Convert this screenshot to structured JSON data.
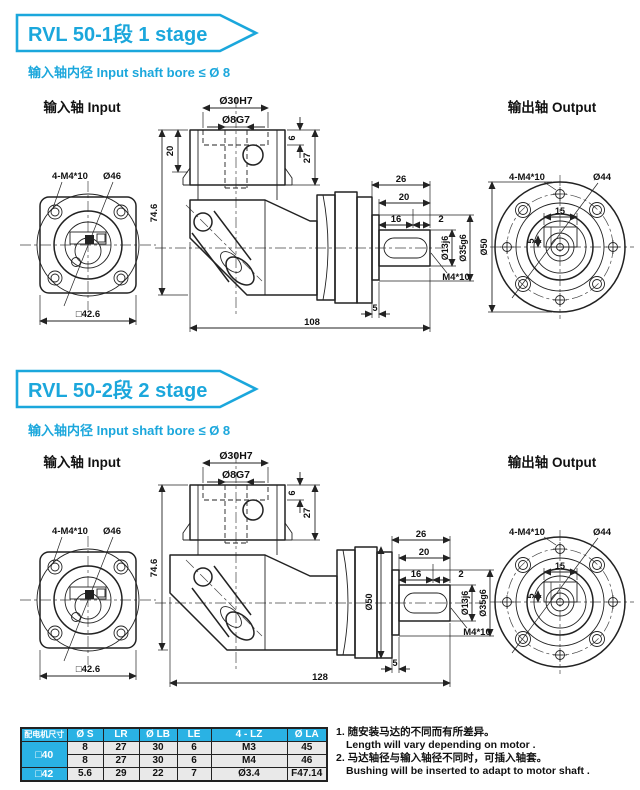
{
  "accent": "#1BA7DC",
  "table_header_bg": "#2AB2E4",
  "sections": [
    {
      "title": "RVL 50-1段  1 stage",
      "subtitle": "输入轴内径 Input shaft bore ≤ Ø 8",
      "input": {
        "label": "输入轴 Input",
        "bolts": "4-M4*10",
        "bc": "Ø46",
        "sq": "□42.6"
      },
      "center": {
        "t30": "Ø30H7",
        "t8": "Ø8G7",
        "d20l": "20",
        "d6": "6",
        "d27": "27",
        "h": "74.6",
        "len": "108",
        "d26": "26",
        "d20": "20",
        "d16": "16",
        "d2": "2",
        "d13": "Ø13j6",
        "d35": "Ø35g6",
        "m4": "M4*10",
        "d5": "5"
      },
      "output": {
        "label": "输出轴 Output",
        "bolts": "4-M4*10",
        "bc": "Ø44",
        "k15": "15",
        "k5": "5",
        "d50": "Ø50"
      }
    },
    {
      "title": "RVL 50-2段  2 stage",
      "subtitle": "输入轴内径 Input shaft bore ≤ Ø 8",
      "input": {
        "label": "输入轴 Input",
        "bolts": "4-M4*10",
        "bc": "Ø46",
        "sq": "□42.6"
      },
      "center": {
        "t30": "Ø30H7",
        "t8": "Ø8G7",
        "d6": "6",
        "d27": "27",
        "h": "74.6",
        "len": "128",
        "d26": "26",
        "d20": "20",
        "d16": "16",
        "d2": "2",
        "d13": "Ø13j6",
        "d35": "Ø35g6",
        "m4": "M4*10",
        "d5": "5",
        "d50": "Ø50"
      },
      "output": {
        "label": "输出轴 Output",
        "bolts": "4-M4*10",
        "bc": "Ø44",
        "k15": "15",
        "k5": "5"
      }
    }
  ],
  "table": {
    "headers": [
      "配电机尺寸",
      "Ø S",
      "LR",
      "Ø LB",
      "LE",
      "4 - LZ",
      "Ø LA"
    ],
    "groups": [
      {
        "label": "□40",
        "rows": [
          [
            "8",
            "27",
            "30",
            "6",
            "M3",
            "45"
          ],
          [
            "8",
            "27",
            "30",
            "6",
            "M4",
            "46"
          ]
        ]
      },
      {
        "label": "□42",
        "rows": [
          [
            "5.6",
            "29",
            "22",
            "7",
            "Ø3.4",
            "F47.14"
          ]
        ]
      }
    ]
  },
  "notes": [
    {
      "zh": "1. 随安装马达的不同而有所差异。",
      "en": "Length will vary depending on motor ."
    },
    {
      "zh": "2. 马达轴径与输入轴径不同时，可插入轴套。",
      "en": "Bushing will be inserted to adapt to motor shaft ."
    }
  ]
}
